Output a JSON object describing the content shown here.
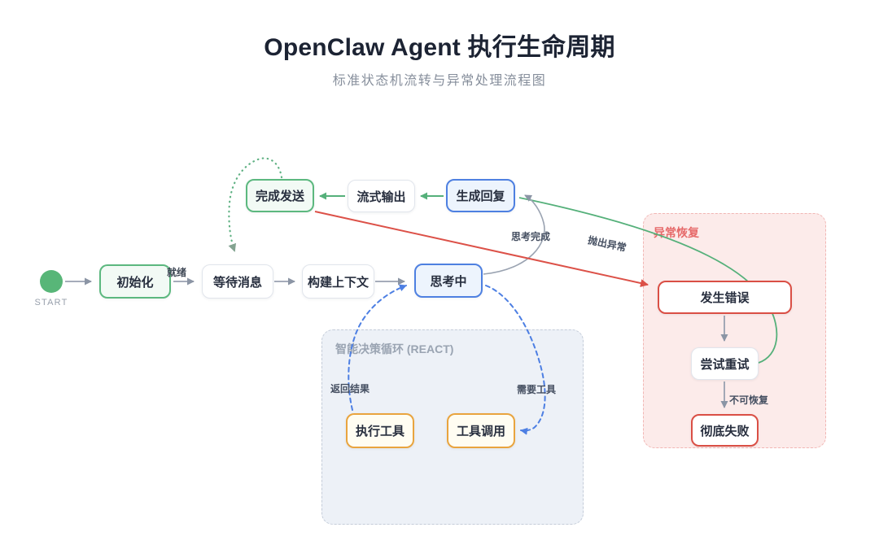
{
  "header": {
    "title": "OpenClaw Agent 执行生命周期",
    "subtitle": "标准状态机流转与异常处理流程图"
  },
  "diagram": {
    "start_label": "START",
    "nodes": {
      "init": "初始化",
      "wait_message": "等待消息",
      "build_context": "构建上下文",
      "thinking": "思考中",
      "send_complete": "完成发送",
      "stream_output": "流式输出",
      "generate_reply": "生成回复",
      "error_occurred": "发生错误",
      "try_retry": "尝试重试",
      "total_failure": "彻底失败",
      "execute_tool": "执行工具",
      "tool_call": "工具调用"
    },
    "groups": {
      "react_loop": "智能决策循环 (REACT)",
      "exception_recovery": "异常恢复"
    },
    "edge_labels": {
      "ready": "就绪",
      "thinking_done": "思考完成",
      "throw_exception": "抛出异常",
      "unrecoverable": "不可恢复",
      "return_result": "返回结果",
      "need_tool": "需要工具"
    },
    "edges": [
      {
        "from": "START",
        "to": "初始化",
        "style": "solid-gray"
      },
      {
        "from": "初始化",
        "to": "等待消息",
        "label": "就绪",
        "style": "solid-gray"
      },
      {
        "from": "等待消息",
        "to": "构建上下文",
        "style": "solid-gray"
      },
      {
        "from": "构建上下文",
        "to": "思考中",
        "style": "solid-gray"
      },
      {
        "from": "思考中",
        "to": "生成回复",
        "label": "思考完成",
        "style": "solid-gray-curve"
      },
      {
        "from": "生成回复",
        "to": "流式输出",
        "style": "solid-green"
      },
      {
        "from": "流式输出",
        "to": "完成发送",
        "style": "solid-green"
      },
      {
        "from": "完成发送",
        "to": "等待消息",
        "style": "dotted-green-loop"
      },
      {
        "from": "完成发送",
        "to": "发生错误",
        "label": "抛出异常",
        "style": "solid-red"
      },
      {
        "from": "尝试重试",
        "to": "生成回复",
        "style": "solid-green-curve"
      },
      {
        "from": "发生错误",
        "to": "尝试重试",
        "style": "solid-gray"
      },
      {
        "from": "尝试重试",
        "to": "彻底失败",
        "label": "不可恢复",
        "style": "solid-gray"
      },
      {
        "from": "思考中",
        "to": "工具调用",
        "label": "需要工具",
        "style": "dashed-blue"
      },
      {
        "from": "执行工具",
        "to": "思考中",
        "label": "返回结果",
        "style": "dashed-blue"
      }
    ],
    "colors": {
      "success_green": "#57b878",
      "primary_blue": "#4d7fe3",
      "warning_yellow": "#e9a43e",
      "danger_red": "#dc5148",
      "neutral_gray": "#98a1b0",
      "react_group_bg": "#edf1f7",
      "recovery_group_bg": "#fcebea",
      "recovery_label": "#e66a6a",
      "title_color": "#1c2333"
    }
  }
}
